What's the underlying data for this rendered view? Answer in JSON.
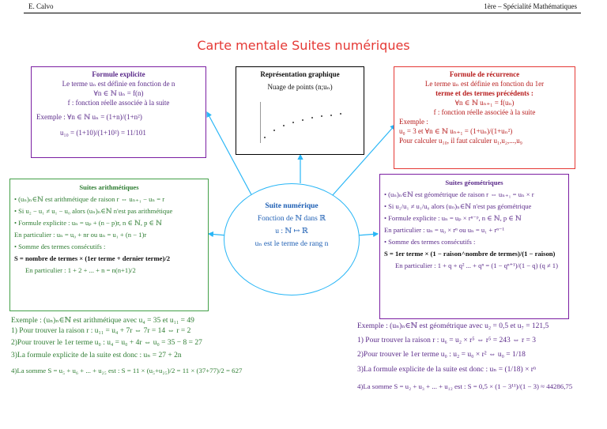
{
  "header": {
    "left": "E. Calvo",
    "right": "1ère – Spécialité Mathématiques"
  },
  "title": "Carte mentale Suites numériques",
  "center": {
    "title": "Suite numérique",
    "line1": "Fonction de ℕ dans ℝ",
    "line2": "u : ℕ ↦ ℝ",
    "line3": "uₙ est le terme de rang n"
  },
  "explicit": {
    "title": "Formule explicite",
    "lines": [
      "Le terme uₙ est définie en fonction de n",
      "∀n ∈ ℕ uₙ = f(n)",
      "f : fonction réelle associée à la suite",
      "Exemple : ∀n ∈ ℕ uₙ = (1+n)/(1+n²)",
      "u₁₀ = (1+10)/(1+10²) = 11/101"
    ]
  },
  "graphic": {
    "title": "Représentation graphique",
    "subtitle": "Nuage de points (n;uₙ)",
    "points": [
      [
        0,
        0.1
      ],
      [
        1,
        0.32
      ],
      [
        2,
        0.45
      ],
      [
        3,
        0.55
      ],
      [
        4,
        0.62
      ],
      [
        5,
        0.68
      ],
      [
        6,
        0.73
      ],
      [
        7,
        0.77
      ],
      [
        8,
        0.8
      ]
    ]
  },
  "recurrence": {
    "title": "Formule de récurrence",
    "lines": [
      "Le terme uₙ est définie en fonction du 1er",
      "terme et des termes précédents :",
      "∀n ∈ ℕ uₙ₊₁ = f(uₙ)",
      "f : fonction réelle associée à la suite",
      "Exemple :",
      "u₀ = 3 et ∀n ∈ ℕ uₙ₊₁ = (1+uₙ)/(1+uₙ²)",
      "Pour calculer u₁₀, il faut calculer u₁,u₂,...,u₉"
    ]
  },
  "arith": {
    "title": "Suites arithmétiques",
    "lines": [
      "• (uₙ)ₙ∈ℕ est arithmétique de raison r ⇔ uₙ₊₁ − uₙ = r",
      "• Si u₂ − u₁ ≠ u₁ − u₀ alors (uₙ)ₙ∈ℕ n'est pas arithmétique",
      "• Formule explicite : uₙ = uₚ + (n − p)r, n ∈ ℕ, p ∈ ℕ",
      "   En particulier : uₙ = u₀ + nr ou uₙ = u₁ + (n − 1)r",
      "• Somme des termes consécutifs :",
      "S = nombre de termes × (1er terme + dernier terme)/2",
      "En particulier : 1 + 2 + ... + n = n(n+1)/2"
    ],
    "example": [
      "Exemple : (uₙ)ₙ∈ℕ est arithmétique avec u₄ = 35 et u₁₁ = 49",
      "1) Pour trouver la raison r : u₁₁ = u₄ + 7r ⇔ 7r = 14 ⇔ r = 2",
      "2)Pour trouver le 1er terme u₀ : u₄ = u₀ + 4r ⇔ u₀ = 35 − 8 = 27",
      "3)La formule explicite de la suite est donc : uₙ = 27 + 2n",
      "4)La somme S = u₅ + u₆ + ... + u₂₅ est : S = 11 × (u₅+u₂₅)/2 = 11 × (37+77)/2 = 627"
    ]
  },
  "geo": {
    "title": "Suites géométriques",
    "lines": [
      "• (uₙ)ₙ∈ℕ est géométrique de raison r ⇔ uₙ₊₁ = uₙ × r",
      "• Si u₂/u₁ ≠ u₁/u₀ alors (uₙ)ₙ∈ℕ n'est pas géométrique",
      "• Formule explicite : uₙ = uₚ × rⁿ⁻ᵖ, n ∈ ℕ, p ∈ ℕ",
      "   En particulier : uₙ = u₀ × rⁿ ou uₙ = u₁ + rⁿ⁻¹",
      "• Somme des termes consécutifs :",
      "S = 1er terme × (1 − raison^nombre de termes)/(1 − raison)",
      "En particulier : 1 + q + q² ... + qⁿ = (1 − qⁿ⁺¹)/(1 − q)  (q ≠ 1)"
    ],
    "example": [
      "Exemple : (uₙ)ₙ∈ℕ est géométrique avec u₂ = 0,5 et u₇ = 121,5",
      "1) Pour trouver la raison r : u₆ = u₂ × r⁵ ⇔ r⁵ = 243 ⇔ r = 3",
      "2)Pour trouver le 1er terme u₀ : u₂ = u₀ × r² ⇔ u₀ = 1/18",
      "3)La formule explicite de la suite est donc : uₙ = (1/18) × rⁿ",
      "4)La somme S = u₂ + u₃ + ... + u₁₂ est : S = 0,5 × (1 − 3¹¹)/(1 − 3) ≈ 44286,75"
    ]
  },
  "colors": {
    "purple": "#5b2b8a",
    "red": "#e53935",
    "green": "#2e7d32",
    "blue": "#29b6f6"
  }
}
